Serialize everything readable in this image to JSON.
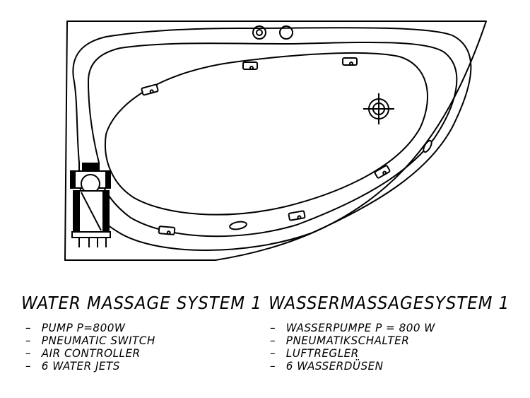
{
  "left": {
    "title": "WATER MASSAGE SYSTEM 1",
    "items": [
      "PUMP P=800W",
      "PNEUMATIC SWITCH",
      "AIR CONTROLLER",
      "6 WATER JETS"
    ]
  },
  "right": {
    "title": "WASSERMASSAGESYSTEM 1",
    "items": [
      "WASSERPUMPE P = 800 W",
      "PNEUMATIKSCHALTER",
      "LUFTREGLER",
      "6 WASSERDÜSEN"
    ]
  },
  "dash": "–"
}
